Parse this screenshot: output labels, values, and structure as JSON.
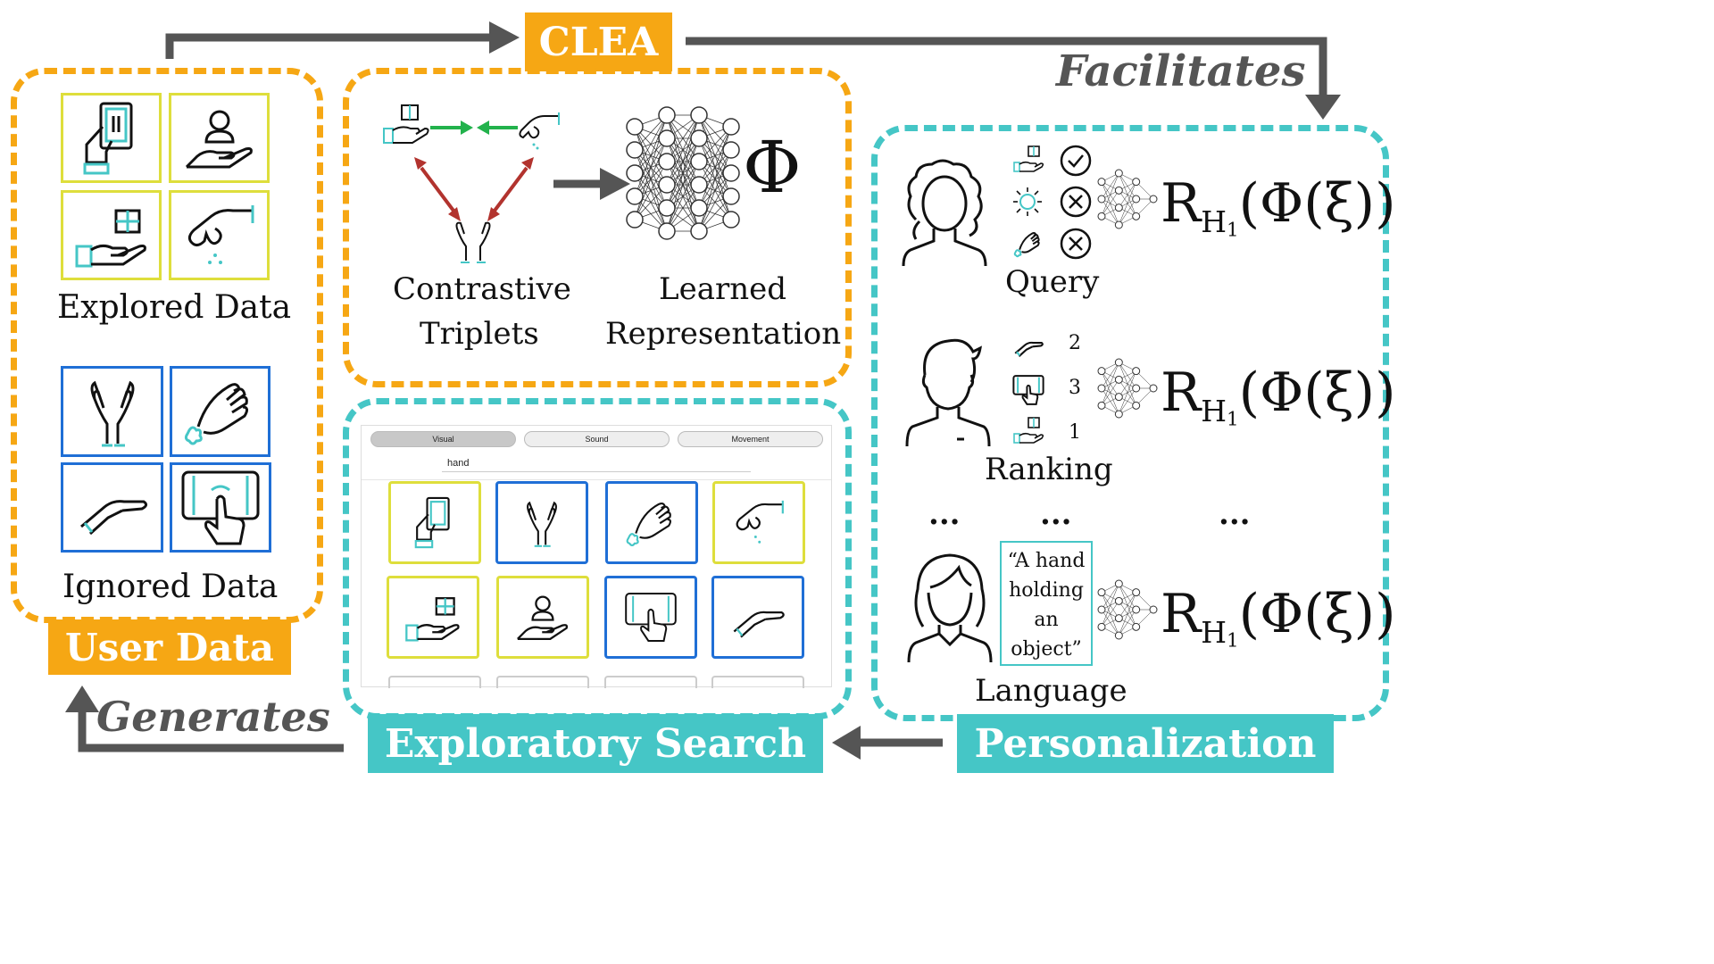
{
  "labels": {
    "clea": "CLEA",
    "facilitates": "Facilitates",
    "generates": "Generates",
    "user_data": "User Data",
    "exploratory_search": "Exploratory Search",
    "personalization": "Personalization",
    "explored_data": "Explored Data",
    "ignored_data": "Ignored Data",
    "contrastive_triplets_line1": "Contrastive",
    "contrastive_triplets_line2": "Triplets",
    "learned_line1": "Learned",
    "learned_line2": "Representation",
    "phi": "Φ",
    "query": "Query",
    "ranking": "Ranking",
    "language": "Language",
    "ellipsis": "..."
  },
  "formula": {
    "r": "R",
    "h": "H",
    "h_sub": "1",
    "rest": "(Φ(ξ))"
  },
  "ranking_numbers": [
    "2",
    "3",
    "1"
  ],
  "language_quote": "“A hand holding an object”",
  "search_ui": {
    "tabs": [
      "Visual",
      "Sound",
      "Movement"
    ],
    "active_tab": "Visual",
    "search_value": "hand"
  },
  "colors": {
    "orange": "#f6a714",
    "teal": "#45c6c6",
    "tile_yellow": "#dede3c",
    "tile_blue": "#1f6fd6",
    "arrow_gray": "#555555",
    "green": "#22b24c",
    "red": "#b2332e"
  },
  "icons": {
    "explored": [
      "phone-in-hand-icon",
      "hand-holding-person-icon",
      "hand-holding-gift-icon",
      "hand-pinch-drop-icon"
    ],
    "ignored": [
      "two-hands-icon",
      "hand-splash-icon",
      "open-palm-hand-icon",
      "hand-touch-screen-icon"
    ]
  }
}
